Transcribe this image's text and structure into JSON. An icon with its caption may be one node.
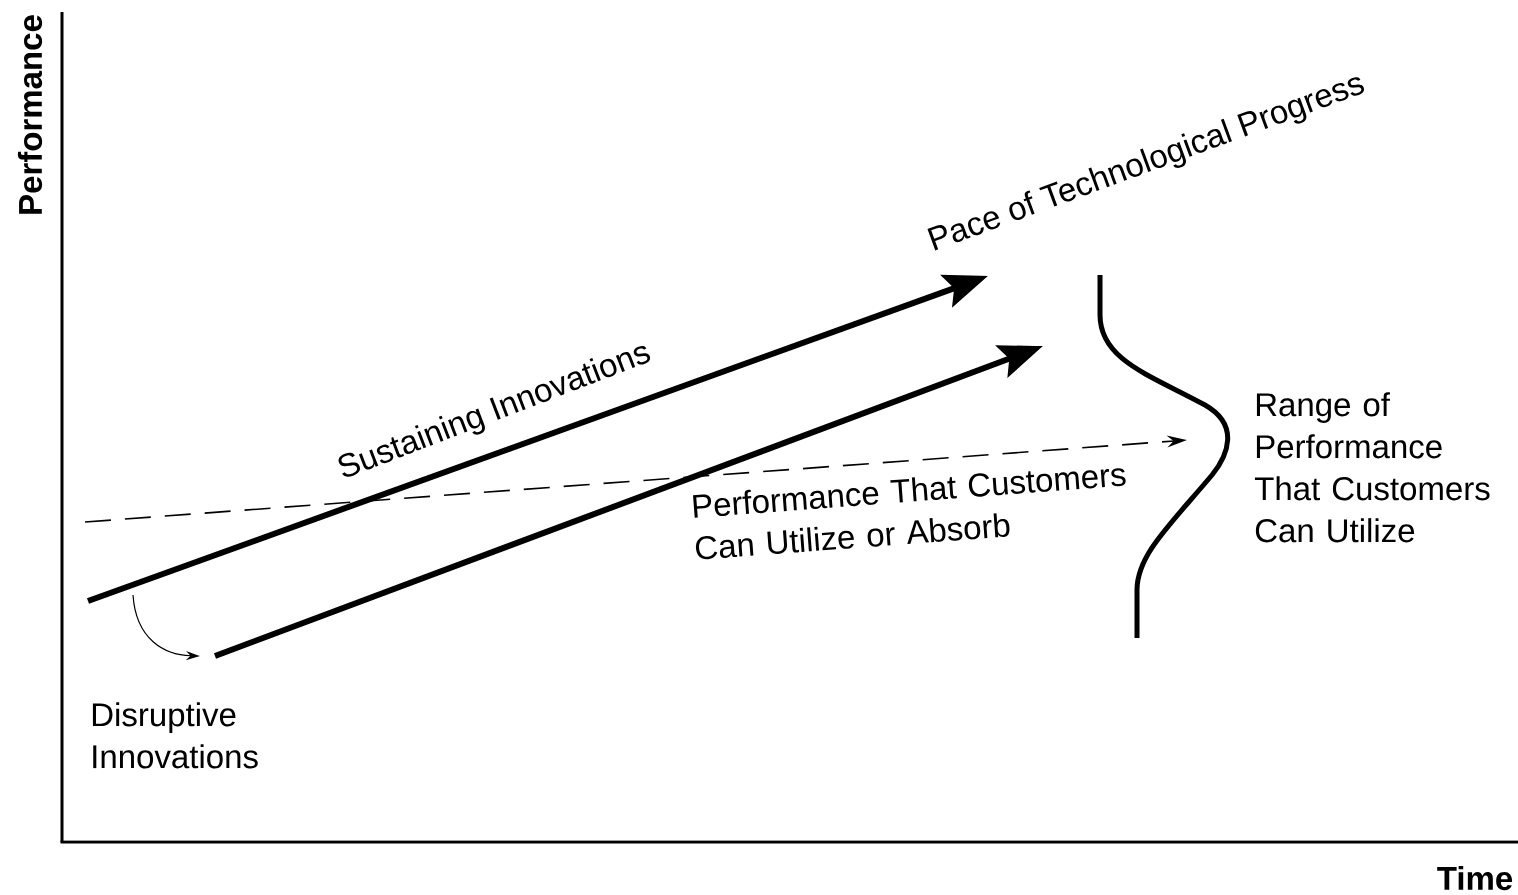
{
  "diagram": {
    "labels": [
      "Performance",
      "Pace of Technological Progress",
      "Sustaining Innovations",
      "Range of Performance That Customers Can Utilize",
      "Performance That Customers Can Utilize or Absorb",
      "Disruptive Innovations",
      "Time"
    ]
  }
}
